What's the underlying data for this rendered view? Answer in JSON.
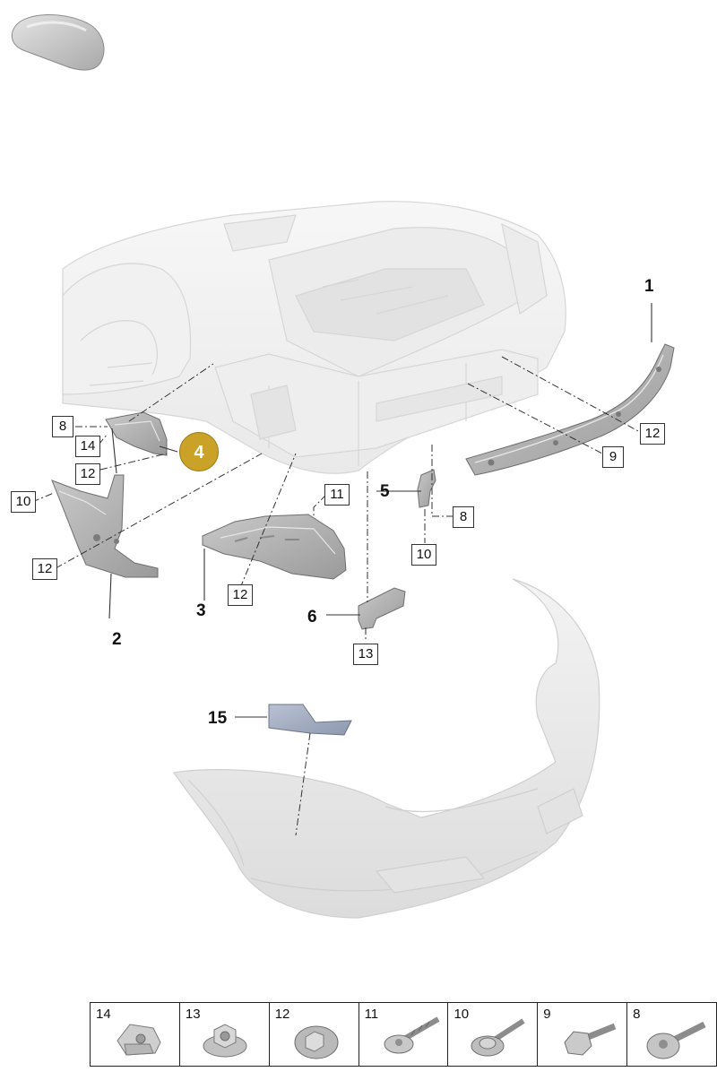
{
  "callouts": {
    "c1": "1",
    "c2": "2",
    "c3": "3",
    "c5": "5",
    "c6": "6",
    "c15": "15"
  },
  "highlight": {
    "label": "4",
    "color": "#c9a227"
  },
  "tags": {
    "t8a": "8",
    "t14a": "14",
    "t12a": "12",
    "t10a": "10",
    "t12b": "12",
    "t11": "11",
    "t12c": "12",
    "t8b": "8",
    "t10b": "10",
    "t13": "13",
    "t12d": "12",
    "t9": "9"
  },
  "reference_strip": [
    {
      "number": "14",
      "icon": "clip-nut-icon"
    },
    {
      "number": "13",
      "icon": "flange-nut-icon"
    },
    {
      "number": "12",
      "icon": "collar-nut-icon"
    },
    {
      "number": "11",
      "icon": "tapping-screw-icon"
    },
    {
      "number": "10",
      "icon": "washer-screw-icon"
    },
    {
      "number": "9",
      "icon": "hex-bolt-icon"
    },
    {
      "number": "8",
      "icon": "flange-bolt-icon"
    }
  ]
}
